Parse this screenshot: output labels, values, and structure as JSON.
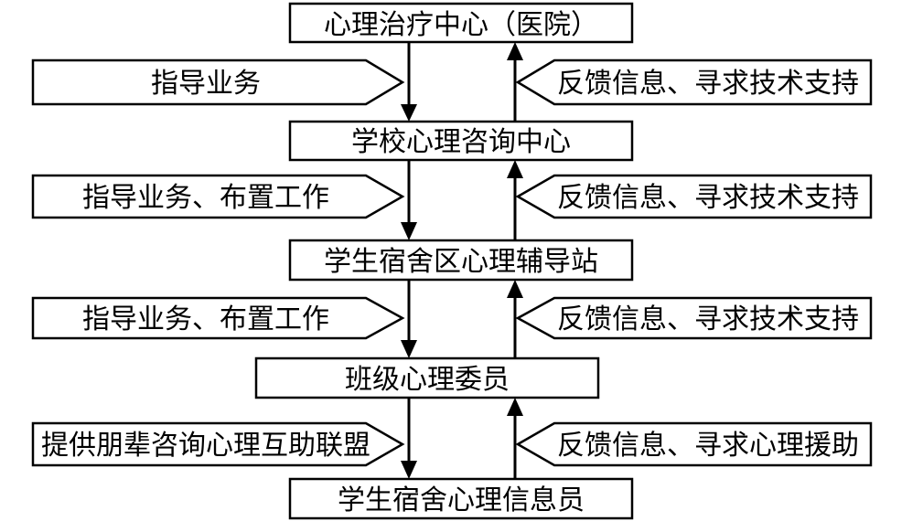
{
  "diagram": {
    "nodes": [
      {
        "id": "hospital",
        "label": "心理治疗中心（医院）"
      },
      {
        "id": "school",
        "label": "学校心理咨询中心"
      },
      {
        "id": "dorm_station",
        "label": "学生宿舍区心理辅导站"
      },
      {
        "id": "class_member",
        "label": "班级心理委员"
      },
      {
        "id": "dorm_member",
        "label": "学生宿舍心理信息员"
      }
    ],
    "down_labels": [
      "指导业务",
      "指导业务、布置工作",
      "指导业务、布置工作",
      "提供朋辈咨询心理互助联盟"
    ],
    "up_labels": [
      "反馈信息、寻求技术支持",
      "反馈信息、寻求技术支持",
      "反馈信息、寻求技术支持",
      "反馈信息、寻求心理援助"
    ],
    "colors": {
      "stroke": "#000000",
      "fill": "#ffffff"
    }
  }
}
